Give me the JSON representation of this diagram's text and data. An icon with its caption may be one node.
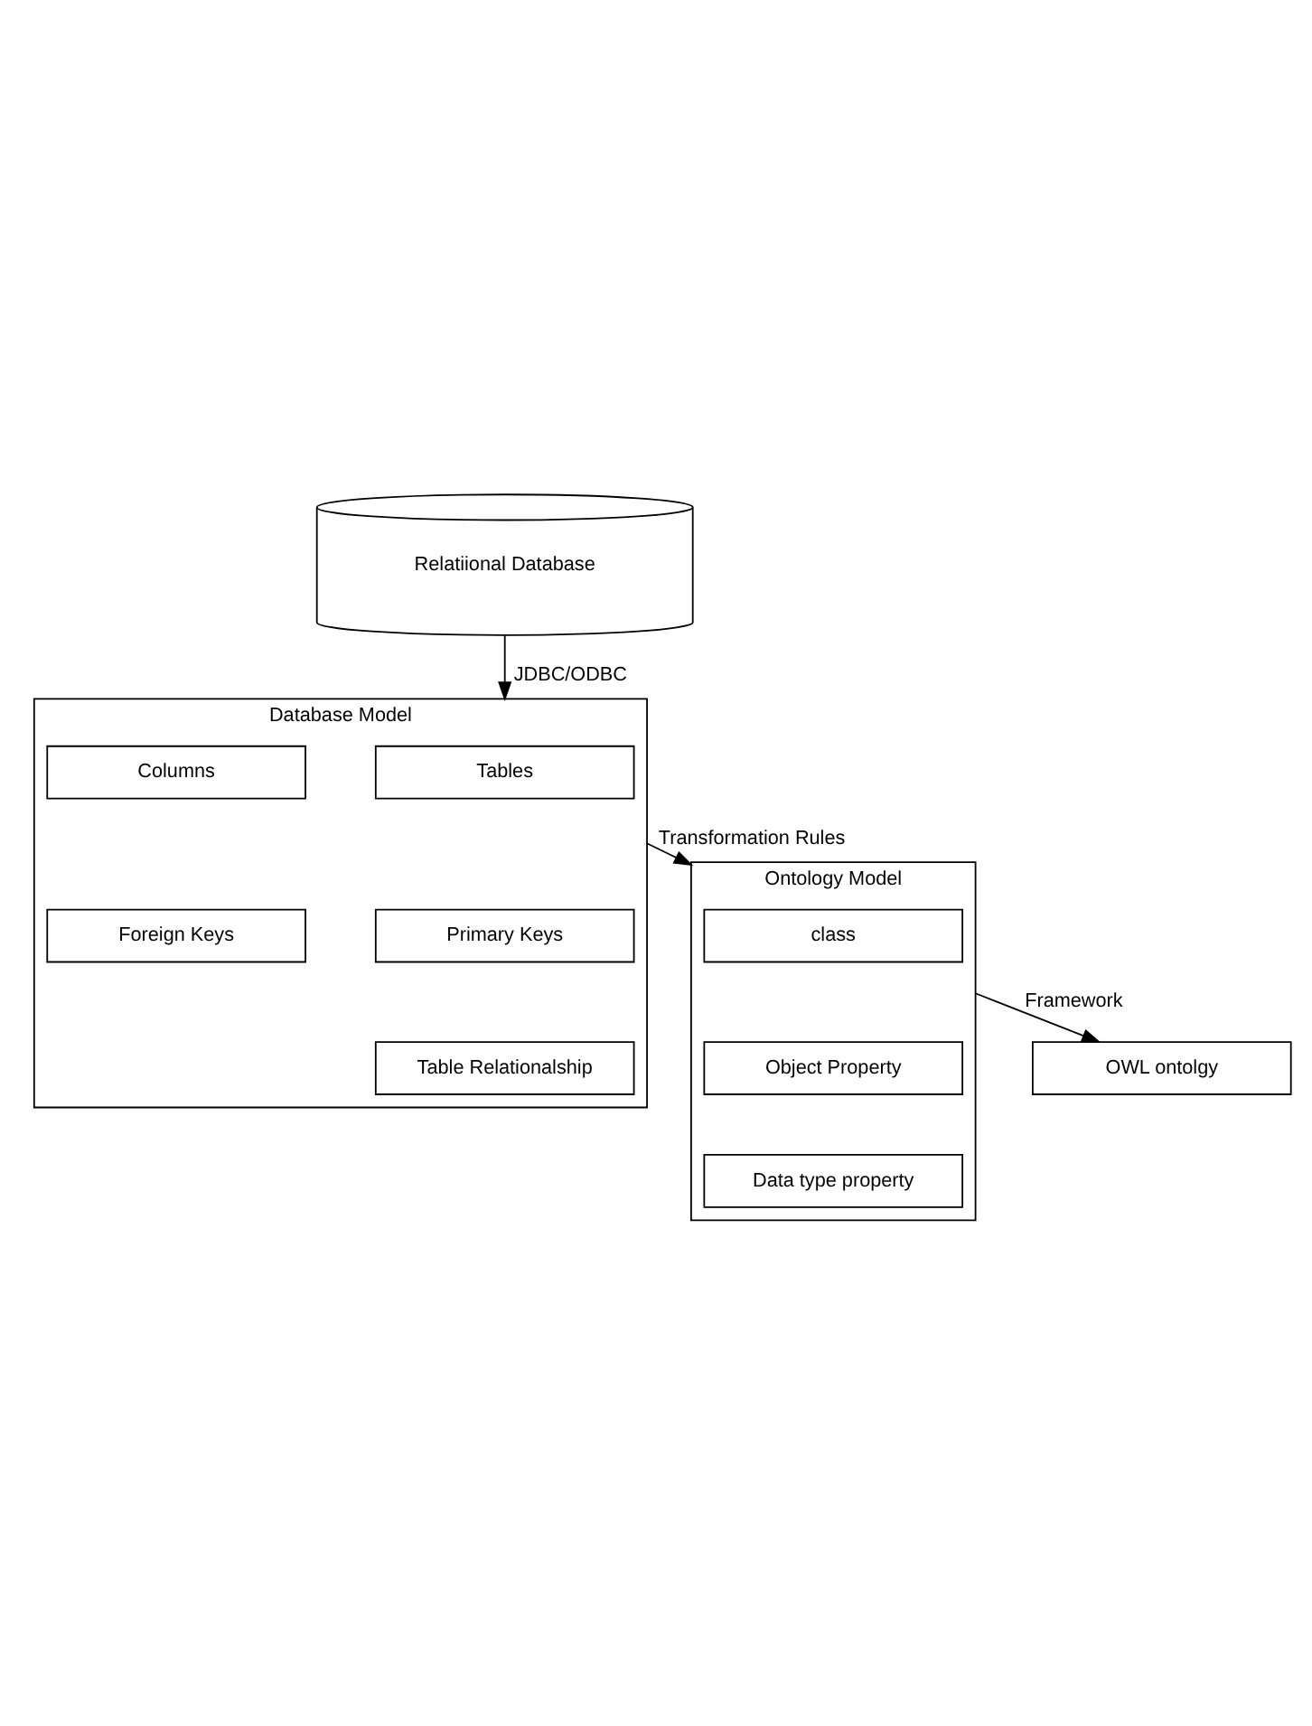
{
  "diagram": {
    "nodes": [
      {
        "text": [
          "Relatiional Database"
        ]
      },
      {
        "text": [
          "Database Model"
        ]
      },
      {
        "text": [
          "Tables"
        ],
        "in": 1
      },
      {
        "text": [
          "Columns"
        ],
        "in": 1
      },
      {
        "text": [
          "Primary Keys"
        ],
        "in": 1
      },
      {
        "text": [
          "Foreign Keys"
        ],
        "in": 1
      },
      {
        "text": [
          "Table Relationalship"
        ],
        "in": 1
      },
      {
        "text": [
          "Ontology Model"
        ]
      },
      {
        "text": [
          "class"
        ],
        "in": 7
      },
      {
        "text": [
          "Object Property"
        ],
        "in": 7
      },
      {
        "text": [
          "Data type property"
        ],
        "in": 7
      },
      {
        "text": [
          "OWL ontolgy"
        ]
      }
    ],
    "edges": [
      {
        "from": 0,
        "to": 1,
        "arrow": "to",
        "label": "JDBC/ODBC"
      },
      {
        "from": 1,
        "to": 7,
        "arrow": "to",
        "label": "Transformation Rules"
      },
      {
        "from": 7,
        "to": 11,
        "arrow": "to",
        "label": "Framework"
      }
    ]
  }
}
